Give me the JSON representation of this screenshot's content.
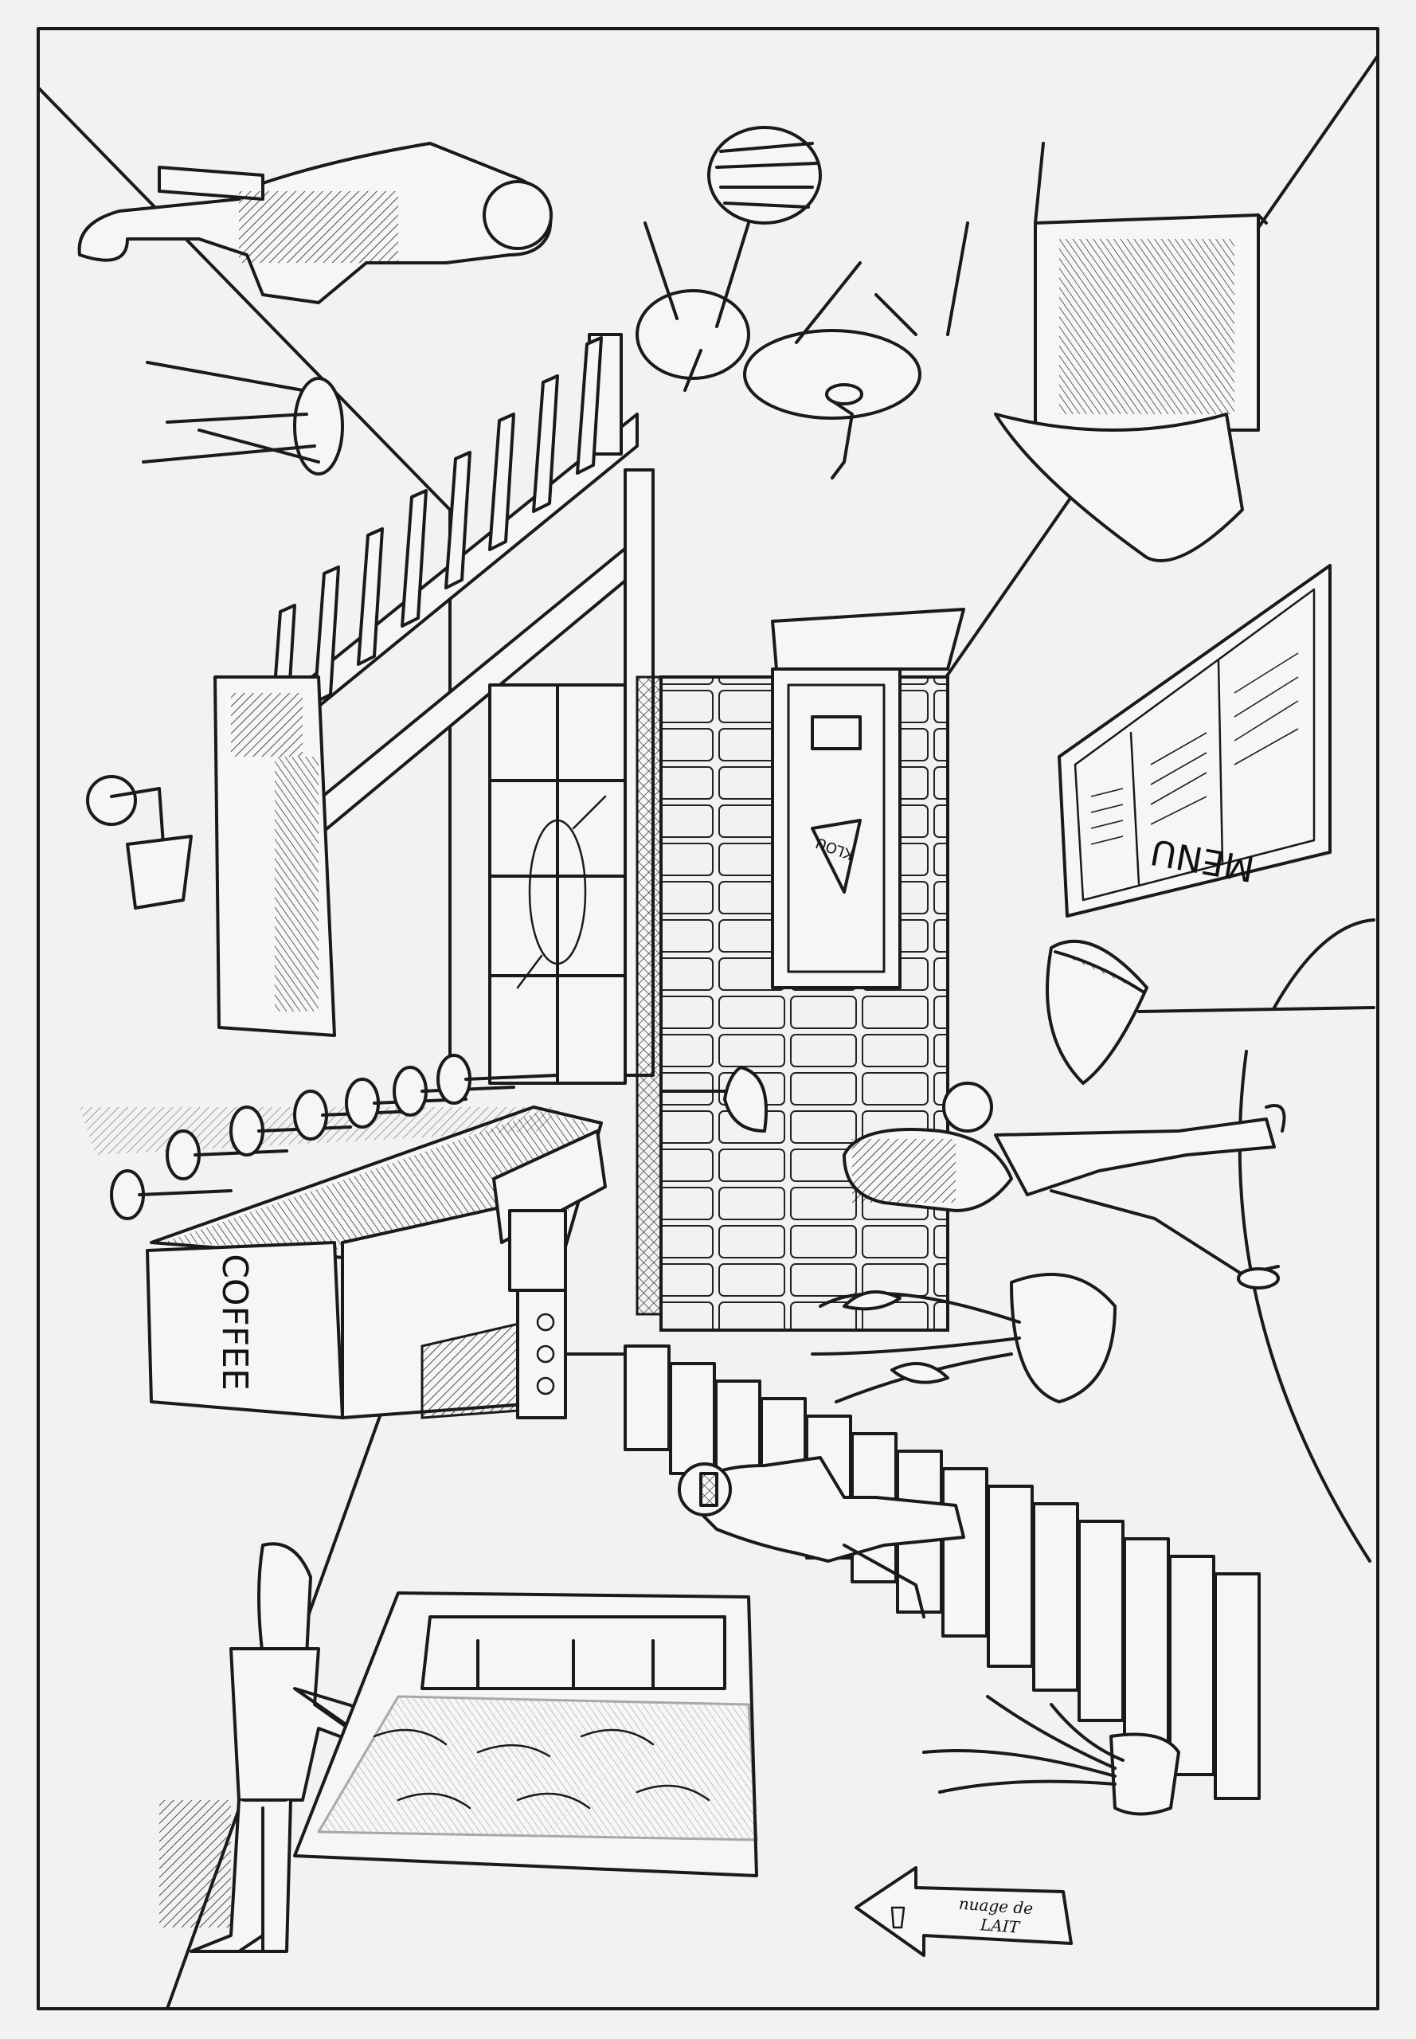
{
  "drawing": {
    "coffee_sign": "COFFEE",
    "menu_sign": "MENU",
    "cup_label": "KLOU",
    "arrow_sign": {
      "line1": "nuage de",
      "line2": "LAIT",
      "direction": "left"
    }
  }
}
